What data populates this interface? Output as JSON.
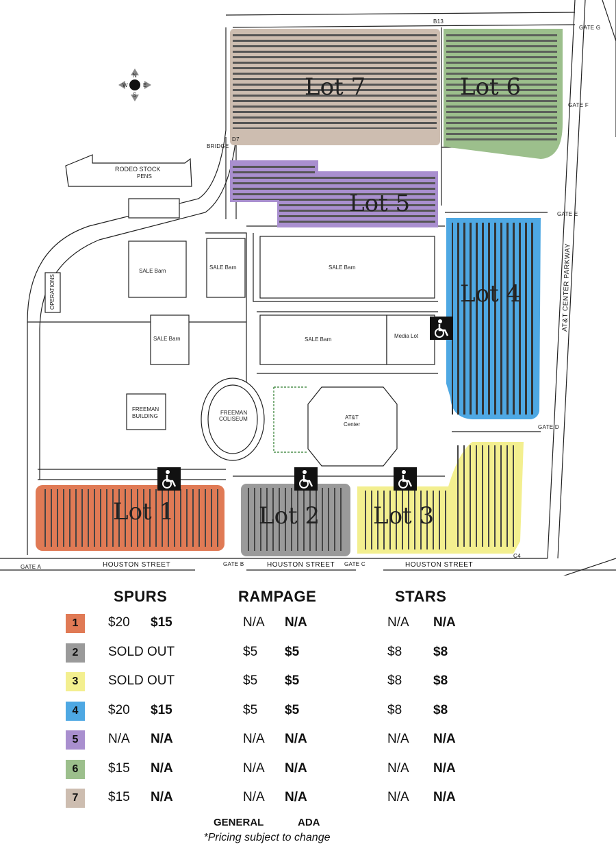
{
  "map": {
    "compass": {
      "n": "N",
      "s": "S",
      "e": "E",
      "w": "W"
    },
    "lots": [
      {
        "label": "Lot 7",
        "color": "#cdbdb0"
      },
      {
        "label": "Lot 6",
        "color": "#9cbf8c"
      },
      {
        "label": "Lot 5",
        "color": "#a98fcf"
      },
      {
        "label": "Lot 4",
        "color": "#4ea8e3"
      },
      {
        "label": "Lot 1",
        "color": "#e07a55"
      },
      {
        "label": "Lot 2",
        "color": "#9a9a9a"
      },
      {
        "label": "Lot 3",
        "color": "#f3ef8f"
      }
    ],
    "buildings": {
      "rodeo": "RODEO STOCK",
      "rodeo2": "PENS",
      "sale_barn": "SALE Barn",
      "sale_barn_caps": "SALE Barn",
      "media_lot": "Media Lot",
      "operations": "OPERATIONS",
      "freeman_building": "FREEMAN",
      "freeman_building2": "BUILDING",
      "freeman_coliseum": "FREEMAN",
      "freeman_coliseum2": "COLISEUM",
      "att": "AT&T",
      "att2": "Center"
    },
    "gates": {
      "a": "GATE A",
      "b": "GATE B",
      "c": "GATE C",
      "d": "GATE D",
      "e": "GATE E",
      "f": "GATE F",
      "g": "GATE G",
      "b13": "B13",
      "d7": "D7",
      "c4": "C4",
      "bridge": "BRIDGE"
    },
    "streets": {
      "houston": "HOUSTON STREET",
      "parkway": "AT&T CENTER PARKWAY"
    }
  },
  "legend": {
    "headers": {
      "spurs": "SPURS",
      "rampage": "RAMPAGE",
      "stars": "STARS"
    },
    "rows": [
      {
        "num": "1",
        "color": "#e07a55",
        "spurs": [
          "$20",
          "$15"
        ],
        "rampage": [
          "N/A",
          "N/A"
        ],
        "stars": [
          "N/A",
          "N/A"
        ]
      },
      {
        "num": "2",
        "color": "#9a9a9a",
        "spurs": [
          "SOLD OUT",
          ""
        ],
        "rampage": [
          "$5",
          "$5"
        ],
        "stars": [
          "$8",
          "$8"
        ]
      },
      {
        "num": "3",
        "color": "#f3ef8f",
        "spurs": [
          "SOLD OUT",
          ""
        ],
        "rampage": [
          "$5",
          "$5"
        ],
        "stars": [
          "$8",
          "$8"
        ]
      },
      {
        "num": "4",
        "color": "#4ea8e3",
        "spurs": [
          "$20",
          "$15"
        ],
        "rampage": [
          "$5",
          "$5"
        ],
        "stars": [
          "$8",
          "$8"
        ]
      },
      {
        "num": "5",
        "color": "#a98fcf",
        "spurs": [
          "N/A",
          "N/A"
        ],
        "rampage": [
          "N/A",
          "N/A"
        ],
        "stars": [
          "N/A",
          "N/A"
        ]
      },
      {
        "num": "6",
        "color": "#9cbf8c",
        "spurs": [
          "$15",
          "N/A"
        ],
        "rampage": [
          "N/A",
          "N/A"
        ],
        "stars": [
          "N/A",
          "N/A"
        ]
      },
      {
        "num": "7",
        "color": "#cdbdb0",
        "spurs": [
          "$15",
          "N/A"
        ],
        "rampage": [
          "N/A",
          "N/A"
        ],
        "stars": [
          "N/A",
          "N/A"
        ]
      }
    ],
    "footer": {
      "general": "GENERAL",
      "ada": "ADA",
      "note": "*Pricing subject to change"
    }
  }
}
